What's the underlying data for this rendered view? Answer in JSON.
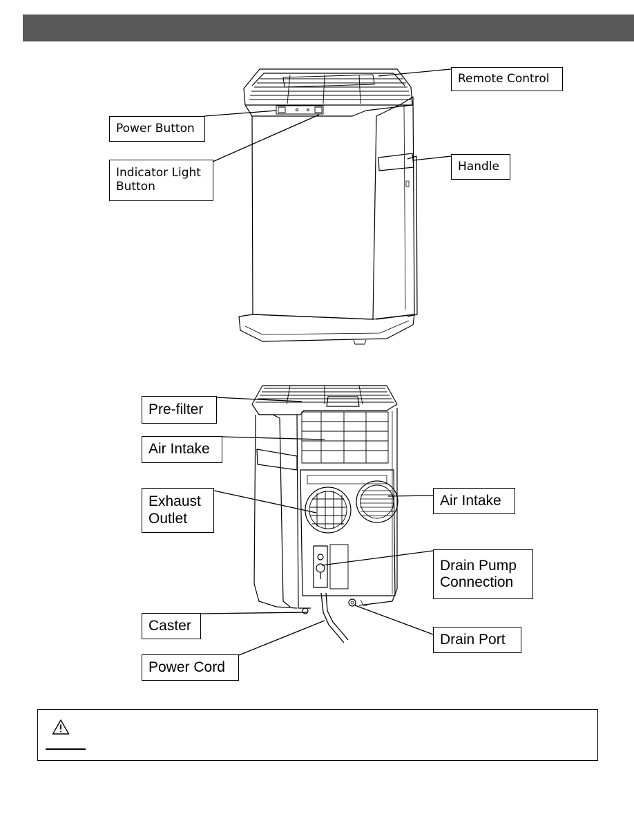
{
  "front_labels": {
    "remote_control": "Remote Control",
    "power_button": "Power Button",
    "indicator_line1": "Indicator Light",
    "indicator_line2": "Button",
    "handle": "Handle"
  },
  "rear_labels": {
    "pre_filter": "Pre-filter",
    "air_intake_top": "Air Intake",
    "exhaust_line1": "Exhaust",
    "exhaust_line2": "Outlet",
    "air_intake_side": "Air Intake",
    "drain_pump_line1": "Drain Pump",
    "drain_pump_line2": "Connection",
    "caster": "Caster",
    "drain_port": "Drain Port",
    "power_cord": "Power Cord"
  },
  "warning": {
    "icon": "warning-triangle-icon"
  },
  "colors": {
    "header_bar": "#585858",
    "outline": "#000000"
  }
}
